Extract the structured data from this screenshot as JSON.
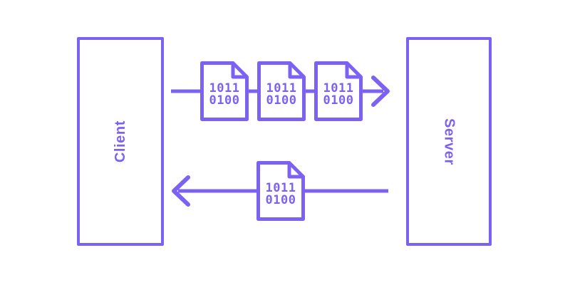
{
  "diagram": {
    "accent_color": "#7C62F3",
    "background_color": "#FFFFFF",
    "nodes": {
      "client": {
        "label": "Client"
      },
      "server": {
        "label": "Server"
      }
    },
    "flows": {
      "request": {
        "direction": "client-to-server",
        "packets": [
          {
            "line1": "1011",
            "line2": "0100"
          },
          {
            "line1": "1011",
            "line2": "0100"
          },
          {
            "line1": "1011",
            "line2": "0100"
          }
        ]
      },
      "response": {
        "direction": "server-to-client",
        "packets": [
          {
            "line1": "1011",
            "line2": "0100"
          }
        ]
      }
    }
  }
}
